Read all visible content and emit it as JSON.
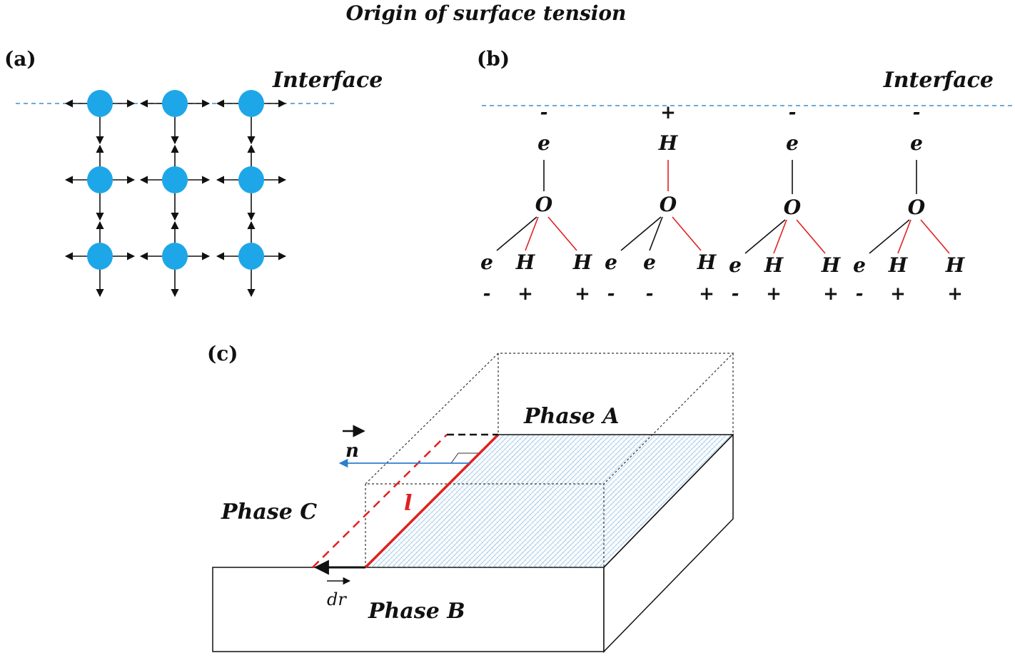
{
  "title": "Origin of surface tension",
  "colors": {
    "molecule": "#1ea7e8",
    "interface_line": "#3a8fd0",
    "bond_red": "#e02020",
    "bond_black": "#111111",
    "hatch": "#6aa8d8",
    "normal_arrow": "#2a7fd0"
  },
  "panel_a": {
    "label": "(a)",
    "interface_label": "Interface",
    "grid": {
      "rows": 3,
      "cols": 3
    }
  },
  "panel_b": {
    "label": "(b)",
    "interface_label": "Interface",
    "molecules": [
      {
        "top": {
          "symbol": "e",
          "charge": "-",
          "bond": "black"
        },
        "center": "O",
        "bottom": [
          {
            "symbol": "e",
            "charge": "-",
            "bond": "black"
          },
          {
            "symbol": "H",
            "charge": "+",
            "bond": "red"
          },
          {
            "symbol": "H",
            "charge": "+",
            "bond": "red"
          }
        ]
      },
      {
        "top": {
          "symbol": "H",
          "charge": "+",
          "bond": "red"
        },
        "center": "O",
        "bottom": [
          {
            "symbol": "e",
            "charge": "-",
            "bond": "black"
          },
          {
            "symbol": "e",
            "charge": "-",
            "bond": "black"
          },
          {
            "symbol": "H",
            "charge": "+",
            "bond": "red"
          }
        ]
      },
      {
        "top": {
          "symbol": "e",
          "charge": "-",
          "bond": "black"
        },
        "center": "O",
        "bottom": [
          {
            "symbol": "e",
            "charge": "-",
            "bond": "black"
          },
          {
            "symbol": "H",
            "charge": "+",
            "bond": "red"
          },
          {
            "symbol": "H",
            "charge": "+",
            "bond": "red"
          }
        ]
      },
      {
        "top": {
          "symbol": "e",
          "charge": "-",
          "bond": "black"
        },
        "center": "O",
        "bottom": [
          {
            "symbol": "e",
            "charge": "-",
            "bond": "black"
          },
          {
            "symbol": "H",
            "charge": "+",
            "bond": "red"
          },
          {
            "symbol": "H",
            "charge": "+",
            "bond": "red"
          }
        ]
      }
    ]
  },
  "panel_c": {
    "label": "(c)",
    "phase_a": "Phase A",
    "phase_b": "Phase B",
    "phase_c": "Phase C",
    "normal_symbol": "n",
    "length_symbol": "l",
    "displacement_symbol": "dr"
  }
}
